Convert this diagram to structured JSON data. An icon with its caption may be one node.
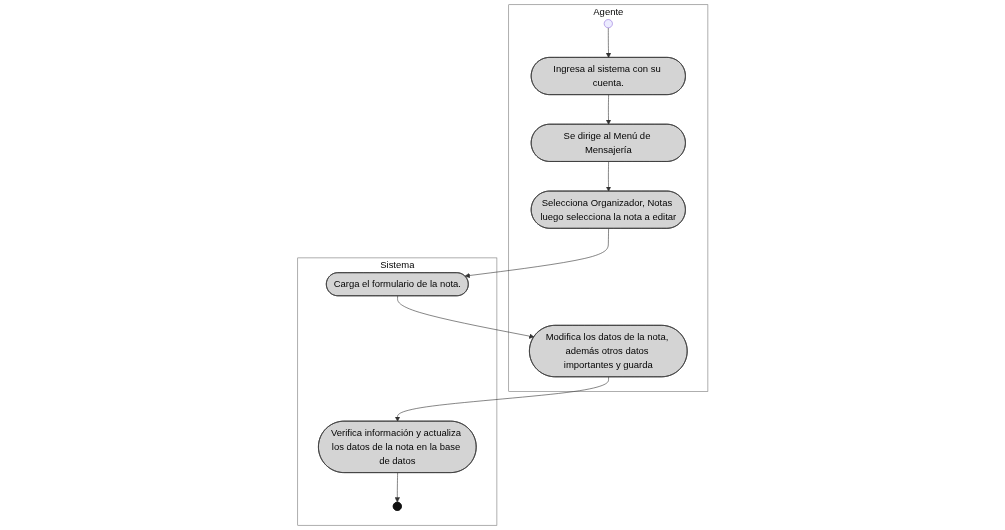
{
  "diagram": {
    "nodes": [
      {
        "text": [
          "Agente"
        ]
      },
      {
        "text": [],
        "shape": "circle",
        "in": 0
      },
      {
        "text": [
          "Ingresa al sistema con su cuenta."
        ],
        "in": 0
      },
      {
        "text": [
          "Se dirige al Menú de Mensajería"
        ],
        "in": 0
      },
      {
        "text": [
          "Selecciona Organizador, Notas luego selecciona la nota a editar"
        ],
        "in": 0
      },
      {
        "text": [
          "Modifica los datos de la nota, además otros datos importantes y guarda"
        ],
        "in": 0
      },
      {
        "text": [
          "Sistema"
        ]
      },
      {
        "text": [
          "Carga el formulario de la nota."
        ],
        "in": 6
      },
      {
        "text": [
          "Verifica información y actualiza los datos de la nota en la base de datos"
        ],
        "in": 6
      },
      {
        "text": [],
        "shape": "circle",
        "in": 6
      }
    ],
    "edges": [
      {
        "from": 1,
        "to": 2,
        "arrow": "to"
      },
      {
        "from": 2,
        "to": 3,
        "arrow": "to"
      },
      {
        "from": 3,
        "to": 4,
        "arrow": "to"
      },
      {
        "from": 4,
        "to": 7,
        "arrow": "to"
      },
      {
        "from": 7,
        "to": 5,
        "arrow": "to"
      },
      {
        "from": 5,
        "to": 8,
        "arrow": "to"
      },
      {
        "from": 8,
        "to": 9,
        "arrow": "to"
      }
    ]
  }
}
